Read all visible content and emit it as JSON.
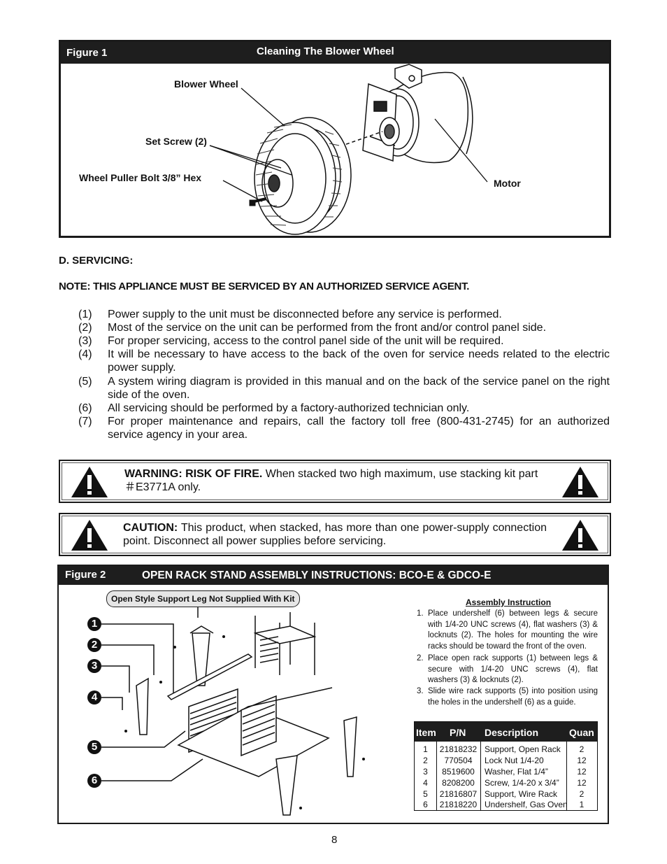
{
  "figure1": {
    "label": "Figure 1",
    "title": "Cleaning The Blower Wheel",
    "callouts": {
      "blower_wheel": "Blower Wheel",
      "set_screw": "Set Screw (2)",
      "wheel_puller": "Wheel Puller Bolt 3/8” Hex",
      "motor": "Motor"
    }
  },
  "servicing": {
    "heading": "D. SERVICING:",
    "note": "NOTE: THIS APPLIANCE MUST BE SERVICED BY AN AUTHORIZED SERVICE AGENT.",
    "items": [
      {
        "num": "(1)",
        "text": "Power supply to the unit must be disconnected before any service is performed."
      },
      {
        "num": "(2)",
        "text": "Most of the service on the unit can be performed from the front and/or control panel side."
      },
      {
        "num": "(3)",
        "text": "For proper servicing, access to the control panel side of the unit will be required."
      },
      {
        "num": "(4)",
        "text": "It will be necessary to have access to the back of the oven for service needs related to the electric power supply."
      },
      {
        "num": "(5)",
        "text": "A system wiring diagram is provided in this manual and on the back of the service panel on the right side of the oven."
      },
      {
        "num": "(6)",
        "text": "All servicing should be performed by a factory-authorized technician only."
      },
      {
        "num": "(7)",
        "text": "For proper maintenance and repairs, call the factory toll free (800-431-2745) for an authorized service agency in your area."
      }
    ]
  },
  "warning": {
    "lead": "WARNING: RISK OF FIRE.",
    "text": " When stacked two high maximum, use stacking kit part ＃E3771A only."
  },
  "caution": {
    "lead": "CAUTION:",
    "text": " This product, when stacked, has more than one power-supply connection point. Disconnect all power supplies before servicing."
  },
  "figure2": {
    "label": "Figure 2",
    "title": "OPEN RACK STAND ASSEMBLY INSTRUCTIONS: BCO-E & GDCO-E",
    "leg_note": "Open Style Support Leg Not Supplied With Kit",
    "callout_numbers": [
      "1",
      "2",
      "3",
      "4",
      "5",
      "6"
    ],
    "assembly_title": "Assembly Instruction",
    "steps": [
      {
        "num": "1.",
        "text": "Place undershelf (6) between legs & secure with 1/4-20 UNC screws (4), flat washers (3) & locknuts (2). The holes for mounting the wire racks should be toward the front of the oven."
      },
      {
        "num": "2.",
        "text": "Place open rack supports (1) between legs & secure with 1/4-20 UNC screws (4), flat washers (3) & locknuts (2)."
      },
      {
        "num": "3.",
        "text": "Slide wire rack supports (5) into position using the holes in the undershelf (6) as a guide."
      }
    ],
    "table": {
      "headers": [
        "Item",
        "P/N",
        "Description",
        "Quan"
      ],
      "rows": [
        [
          "1",
          "21818232",
          "Support, Open Rack",
          "2"
        ],
        [
          "2",
          "770504",
          "Lock Nut 1/4-20",
          "12"
        ],
        [
          "3",
          "8519600",
          "Washer, Flat 1/4”",
          "12"
        ],
        [
          "4",
          "8208200",
          "Screw, 1/4-20 x 3/4”",
          "12"
        ],
        [
          "5",
          "21816807",
          "Support, Wire Rack",
          "2"
        ],
        [
          "6",
          "21818220",
          "Undershelf, Gas Oven",
          "1"
        ]
      ]
    }
  },
  "page_number": "8"
}
